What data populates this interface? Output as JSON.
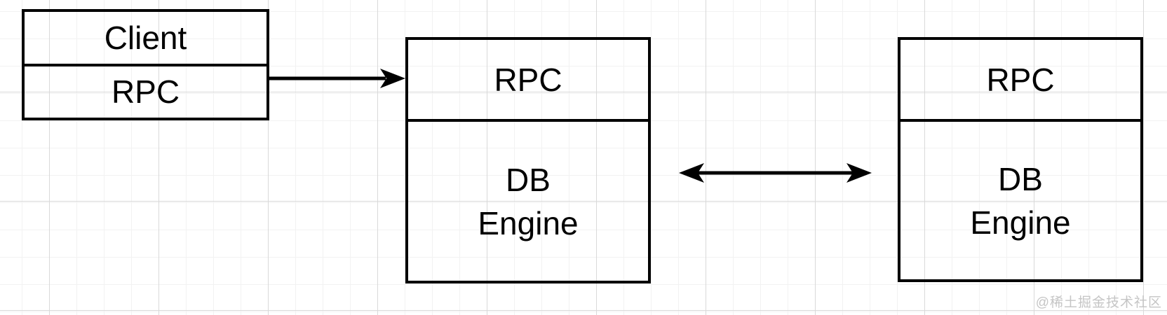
{
  "diagram": {
    "nodes": {
      "client": {
        "rows": [
          "Client",
          "RPC"
        ]
      },
      "db1": {
        "rows": [
          "RPC",
          "DB\nEngine"
        ]
      },
      "db2": {
        "rows": [
          "RPC",
          "DB\nEngine"
        ]
      }
    },
    "connectors": {
      "client_to_db1": "single-arrow-right",
      "db1_to_db2": "double-arrow"
    },
    "watermark": "@稀土掘金技术社区",
    "colors": {
      "stroke": "#000000",
      "background": "#ffffff",
      "grid_minor": "#f2f2f2",
      "grid_major": "#d9d9d9",
      "watermark": "#c5c5c5"
    }
  }
}
